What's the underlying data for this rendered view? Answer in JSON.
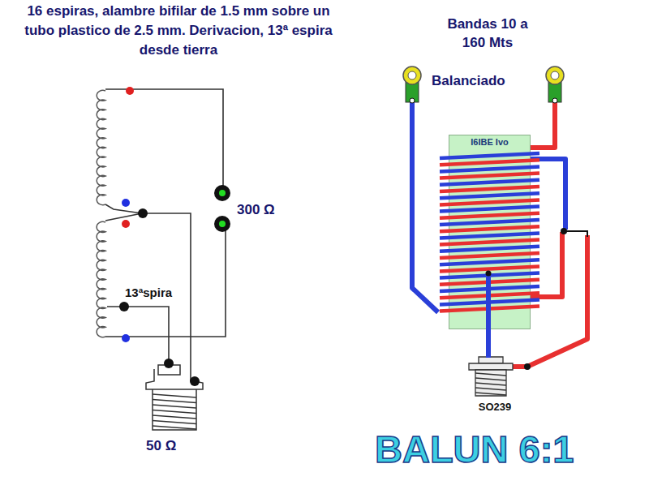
{
  "diagram": {
    "title": "16 espiras, alambre bifilar de 1.5 mm sobre un tubo plastico de 2.5 mm. Derivacion, 13ª espira desde tierra",
    "caption": "BALUN 6:1",
    "nodes": [
      {
        "text": [
          "I6IBE Ivo"
        ]
      }
    ],
    "labels": [
      "300 Ω",
      "13ªspira",
      "50 Ω",
      "Bandas 10 a 160 Mts",
      "Balanciado",
      "SO239"
    ]
  }
}
